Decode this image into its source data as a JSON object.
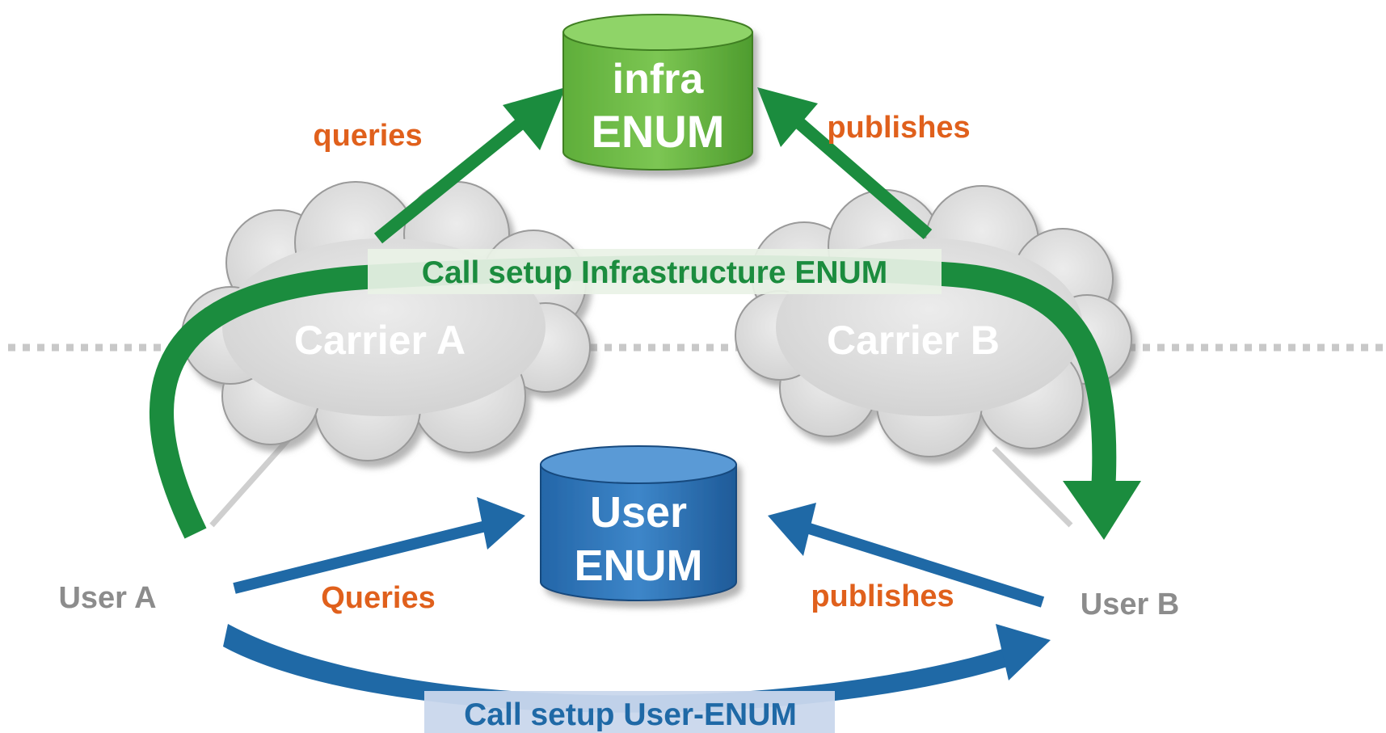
{
  "databases": {
    "infra": {
      "line1": "infra",
      "line2": "ENUM"
    },
    "user": {
      "line1": "User",
      "line2": "ENUM"
    }
  },
  "clouds": {
    "carrier_a": "Carrier A",
    "carrier_b": "Carrier B"
  },
  "users": {
    "user_a": "User A",
    "user_b": "User B"
  },
  "arrow_labels": {
    "infra_queries": "queries",
    "infra_publishes": "publishes",
    "user_queries": "Queries",
    "user_publishes": "publishes"
  },
  "flows": {
    "infra_call_setup": "Call setup Infrastructure ENUM",
    "user_call_setup": "Call setup User-ENUM"
  },
  "colors": {
    "infra_green": "#1b8c3e",
    "user_blue": "#1f69a6",
    "label_orange": "#e0601c",
    "cloud_gray": "#d6d6d6",
    "text_gray": "#8c8c8c"
  }
}
